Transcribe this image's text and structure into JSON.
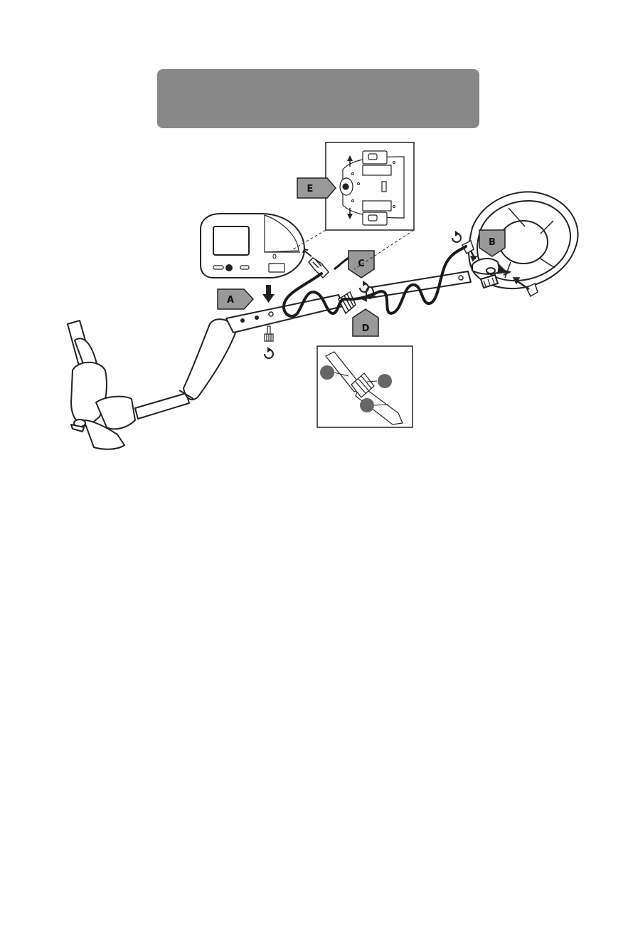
{
  "colors": {
    "banner": "#888888",
    "tag_fill": "#999999",
    "line": "#222222",
    "cable": "#1a1a1a"
  },
  "labels": {
    "a": "A",
    "b": "B",
    "c": "C",
    "d": "D",
    "e": "E"
  }
}
